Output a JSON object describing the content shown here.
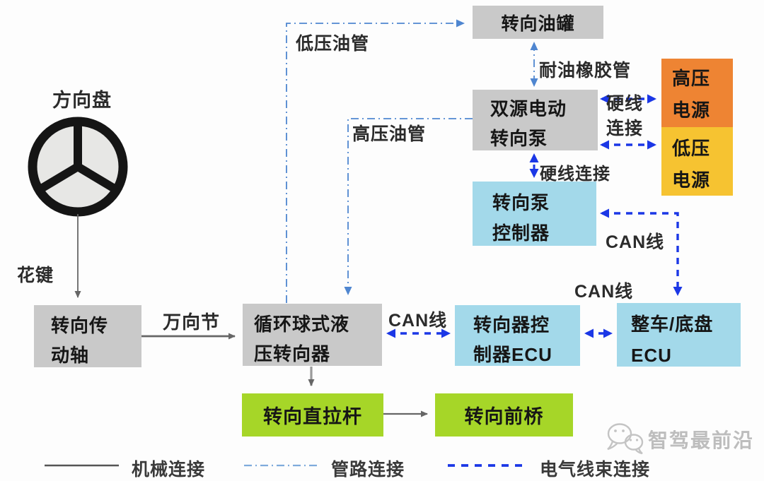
{
  "colors": {
    "box_gray": "#c9c9c9",
    "box_light_blue": "#a3d9ea",
    "box_orange": "#ee8433",
    "box_yellow": "#f6c331",
    "box_green": "#a6d628",
    "line_mechanical": "#666666",
    "line_pipeline": "#4f86d0",
    "line_electrical": "#1b37e6",
    "watermark_gray": "#bdbdbd"
  },
  "nodes": {
    "steering_wheel": {
      "label": "方向盘"
    },
    "tank": {
      "label": "转向油罐"
    },
    "pump": {
      "line1": "双源电动",
      "line2": "转向泵"
    },
    "hv_power": {
      "line1": "高压",
      "line2": "电源"
    },
    "lv_power": {
      "line1": "低压",
      "line2": "电源"
    },
    "pump_controller": {
      "line1": "转向泵",
      "line2": "控制器"
    },
    "shaft": {
      "line1": "转向传",
      "line2": "动轴"
    },
    "steering_gear": {
      "line1": "循环球式液",
      "line2": "压转向器"
    },
    "gear_ecu": {
      "line1": "转向器控",
      "line2": "制器ECU"
    },
    "vehicle_ecu": {
      "line1": "整车/底盘",
      "line2": "ECU"
    },
    "drag_link": {
      "label": "转向直拉杆"
    },
    "front_axle": {
      "label": "转向前桥"
    }
  },
  "edge_labels": {
    "spline": "花键",
    "universal_joint": "万向节",
    "low_pressure_pipe": "低压油管",
    "high_pressure_pipe": "高压油管",
    "oil_resistant_hose": "耐油橡胶管",
    "hardwire_power_line1": "硬线",
    "hardwire_power_line2": "连接",
    "hardwire_controller": "硬线连接",
    "can_gear": "CAN线",
    "can_pump": "CAN线",
    "can_vehicle": "CAN线"
  },
  "legend": {
    "mechanical": "机械连接",
    "pipeline": "管路连接",
    "electrical": "电气线束连接"
  },
  "watermark": {
    "label": "智驾最前沿",
    "icon": "wechat-icon"
  }
}
